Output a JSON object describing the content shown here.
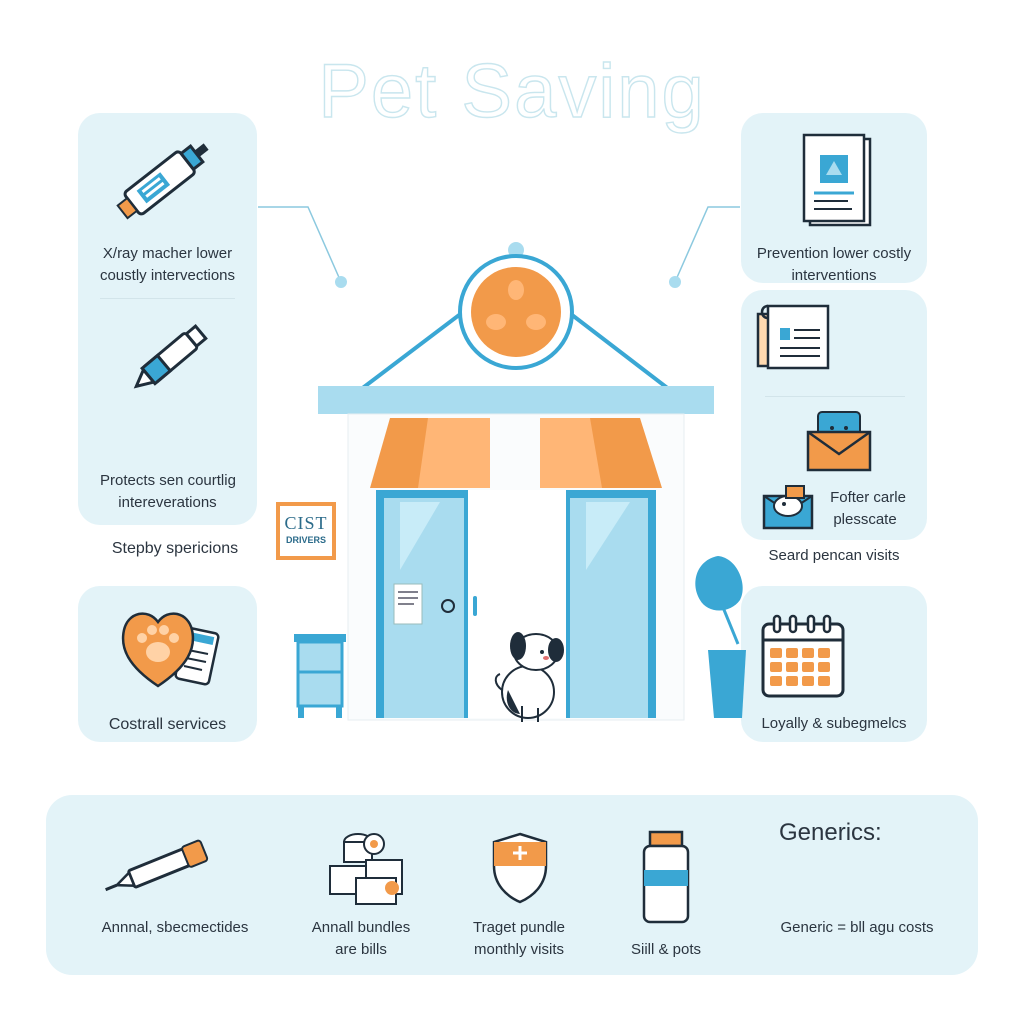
{
  "title": "Pet  Saving",
  "left_cards": {
    "xray_label": [
      "X/ray macher lower",
      "coustly intervections"
    ],
    "protects_label": [
      "Protects sen courtlig",
      "intereverations"
    ],
    "stepby_label": "Stepby spericions",
    "costrall_label": "Costrall services"
  },
  "right_cards": {
    "prevention_label": [
      "Prevention lower costly",
      "interventions"
    ],
    "fofter_label": [
      "Fofter carle",
      "plesscate"
    ],
    "seard_label": "Seard pencan visits",
    "loyally_label": "Loyally & subegmelcs"
  },
  "storefront": {
    "sign_line1": "CIST",
    "sign_line2": "DRIVERS"
  },
  "bottom_panel": {
    "generics_heading": "Generics:",
    "items": [
      {
        "label": [
          "Annnal, sbecmectides"
        ],
        "icon": "syringe-icon"
      },
      {
        "label": [
          "Annall bundles",
          "are bills"
        ],
        "icon": "coin-stack-icon"
      },
      {
        "label": [
          "Traget pundle",
          "monthly visits"
        ],
        "icon": "shield-plus-icon"
      },
      {
        "label": [
          "Siill & pots"
        ],
        "icon": "medicine-bottle-icon"
      },
      {
        "label": [
          "Generic = bll agu costs"
        ],
        "icon": "none"
      }
    ]
  },
  "colors": {
    "card_bg": "#e3f3f8",
    "accent_orange": "#f29a4a",
    "accent_blue": "#3aa7d4",
    "light_blue": "#a9dcef"
  }
}
